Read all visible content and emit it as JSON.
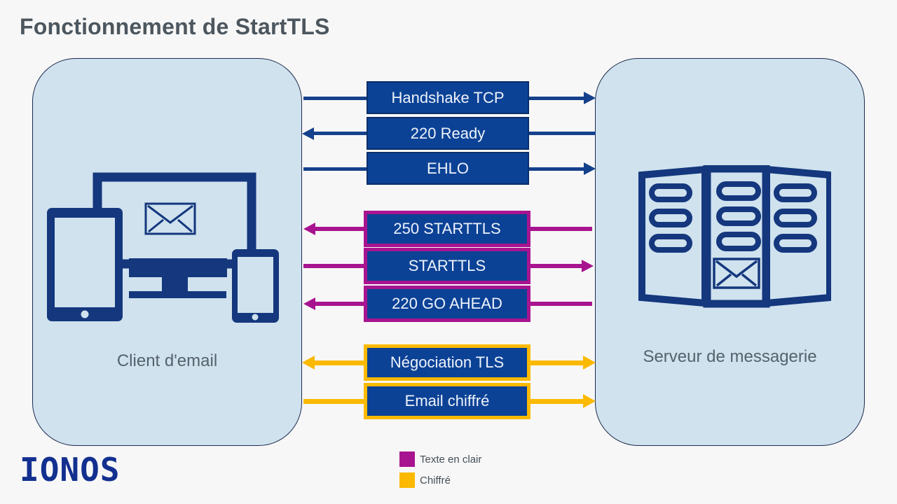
{
  "title": "Fonctionnement de StartTLS",
  "client": {
    "label": "Client d'email"
  },
  "server": {
    "label": "Serveur de messagerie"
  },
  "messages": [
    {
      "label": "Handshake TCP",
      "direction": "client-to-server",
      "category": "standard"
    },
    {
      "label": "220 Ready",
      "direction": "server-to-client",
      "category": "standard"
    },
    {
      "label": "EHLO",
      "direction": "client-to-server",
      "category": "standard"
    },
    {
      "label": "250 STARTTLS",
      "direction": "server-to-client",
      "category": "Texte en clair"
    },
    {
      "label": "STARTTLS",
      "direction": "client-to-server",
      "category": "Texte en clair"
    },
    {
      "label": "220 GO AHEAD",
      "direction": "server-to-client",
      "category": "Texte en clair"
    },
    {
      "label": "Négociation TLS",
      "direction": "both",
      "category": "Chiffré"
    },
    {
      "label": "Email chiffré",
      "direction": "client-to-server",
      "category": "Chiffré"
    }
  ],
  "legend": {
    "items": [
      {
        "label": "Texte en clair",
        "color": "#a8148f"
      },
      {
        "label": "Chiffré",
        "color": "#fbb900"
      }
    ]
  },
  "footer": {
    "logo": "IONOS"
  },
  "colors": {
    "background": "#f7f7f7",
    "panel_fill": "#cfe2ee",
    "panel_border": "#1c2a4d",
    "box_fill": "#0c4296",
    "box_border": "#092e6b",
    "arrow_blue": "#15418c",
    "plain_text_magenta": "#a8148f",
    "encrypted_yellow": "#fbb900",
    "icon_navy": "#14377d",
    "title_gray": "#4c565e",
    "logo_blue": "#12308f"
  }
}
